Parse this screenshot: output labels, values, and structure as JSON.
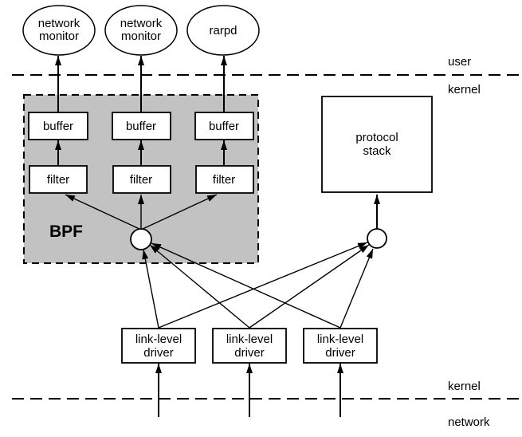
{
  "separators": {
    "user_label": "user",
    "kernel_top_label": "kernel",
    "kernel_bottom_label": "kernel",
    "network_label": "network"
  },
  "bpf": {
    "label": "BPF"
  },
  "processes": [
    {
      "line1": "network",
      "line2": "monitor"
    },
    {
      "line1": "network",
      "line2": "monitor"
    },
    {
      "line1": "rarpd"
    }
  ],
  "buffers": [
    {
      "label": "buffer"
    },
    {
      "label": "buffer"
    },
    {
      "label": "buffer"
    }
  ],
  "filters": [
    {
      "label": "filter"
    },
    {
      "label": "filter"
    },
    {
      "label": "filter"
    }
  ],
  "protocol_stack": {
    "line1": "protocol",
    "line2": "stack"
  },
  "drivers": [
    {
      "line1": "link-level",
      "line2": "driver"
    },
    {
      "line1": "link-level",
      "line2": "driver"
    },
    {
      "line1": "link-level",
      "line2": "driver"
    }
  ],
  "colors": {
    "background": "#ffffff",
    "line": "#000000",
    "bpf_fill": "#c2c2c2",
    "box_fill": "#ffffff"
  }
}
